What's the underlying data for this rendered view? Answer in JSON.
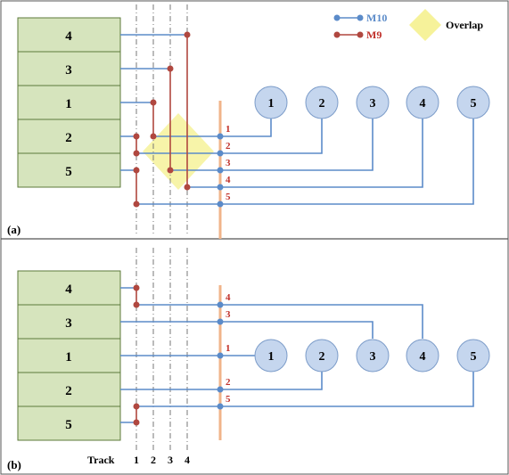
{
  "panel_a": {
    "label": "(a)",
    "blocks": [
      "4",
      "3",
      "1",
      "2",
      "5"
    ],
    "circles": [
      "1",
      "2",
      "3",
      "4",
      "5"
    ],
    "pin_labels": [
      "1",
      "2",
      "3",
      "4",
      "5"
    ]
  },
  "panel_b": {
    "label": "(b)",
    "blocks": [
      "4",
      "3",
      "1",
      "2",
      "5"
    ],
    "circles": [
      "1",
      "2",
      "3",
      "4",
      "5"
    ],
    "pin_labels": [
      "4",
      "3",
      "1",
      "2",
      "5"
    ],
    "track_label": "Track",
    "track_numbers": [
      "1",
      "2",
      "3",
      "4"
    ]
  },
  "legend": {
    "m10": "M10",
    "m9": "M9",
    "overlap": "Overlap"
  },
  "colors": {
    "block_fill": "#d6e4bd",
    "block_stroke": "#5c7a3a",
    "circle_fill": "#c5d6ee",
    "circle_stroke": "#7c9cc9",
    "m10": "#5b8bc9",
    "m9": "#b0473f",
    "pin_axis": "#f0b48a",
    "overlap": "#f6f29a",
    "label_red": "#c0302a"
  }
}
